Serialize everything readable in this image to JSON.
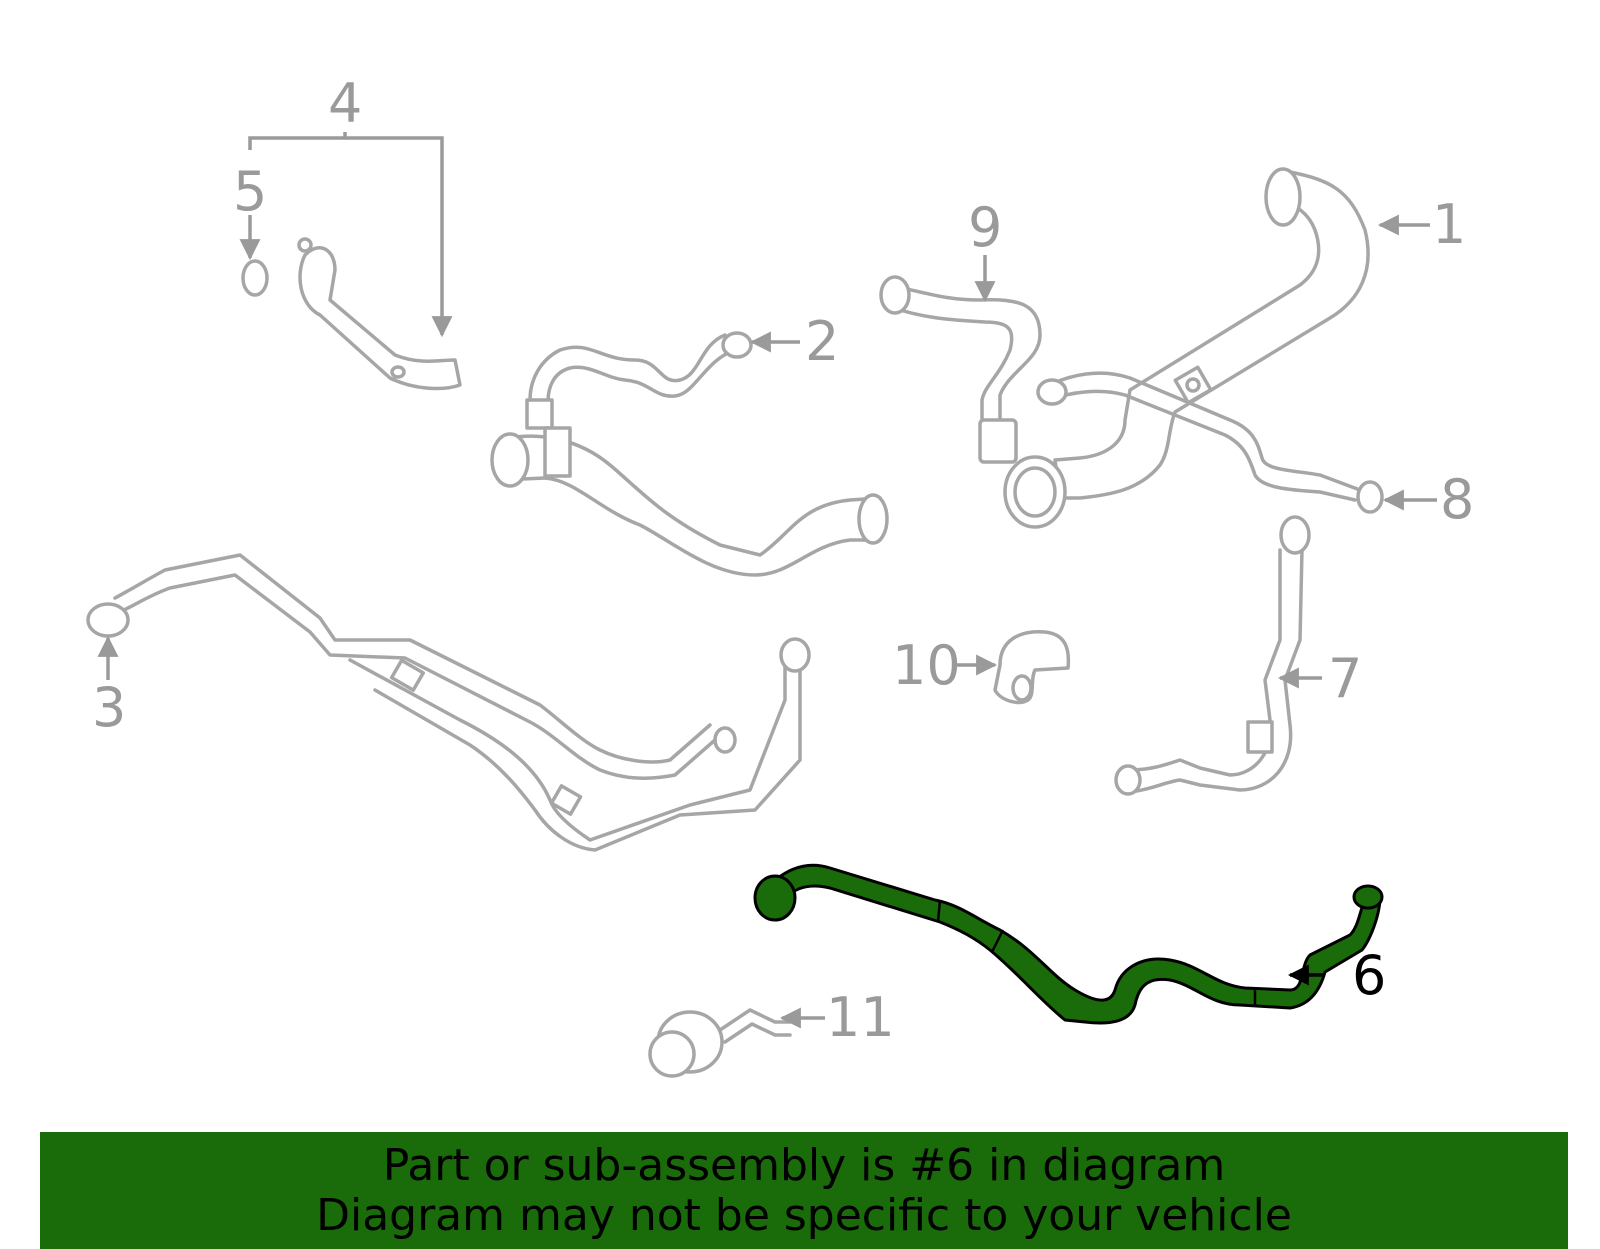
{
  "banner": {
    "line1": "Part or sub-assembly is #6 in diagram",
    "line2": "Diagram may not be specific to your vehicle"
  },
  "callouts": [
    "1",
    "2",
    "3",
    "4",
    "5",
    "6",
    "7",
    "8",
    "9",
    "10",
    "11"
  ],
  "highlighted_callout": "6",
  "colors": {
    "highlight": "#1a6b0a",
    "banner_bg": "#1a6b0a",
    "part_outline": "#a6a6a6",
    "callout_text": "#9a9a9a",
    "highlight_text": "#000000"
  }
}
